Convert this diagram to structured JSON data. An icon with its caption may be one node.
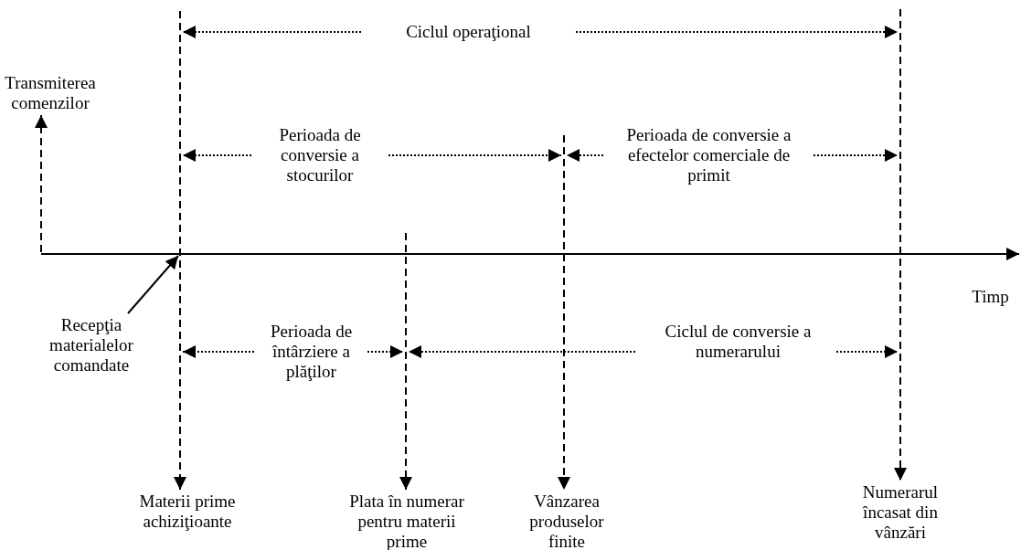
{
  "diagram": {
    "nodes": [
      {
        "text": [
          "Transmiterea comenzilor"
        ]
      },
      {
        "text": [
          "Recepţia materialelor comandate"
        ]
      },
      {
        "text": [
          "Materii prime achiziţioante"
        ]
      },
      {
        "text": [
          "Plata în numerar pentru materii prime"
        ]
      },
      {
        "text": [
          "Vânzarea produselor finite"
        ]
      },
      {
        "text": [
          "Numerarul încasat din vânzări"
        ]
      },
      {
        "text": [],
        "shape": "line"
      }
    ],
    "edges": [
      {
        "from": 6,
        "to": 0,
        "arrow": "to",
        "style": "dashed"
      },
      {
        "from": 1,
        "to": 6,
        "arrow": "to"
      },
      {
        "from": null,
        "to": 2,
        "arrow": "to",
        "style": "dashed"
      },
      {
        "from": null,
        "to": 3,
        "arrow": "to",
        "style": "dashed"
      },
      {
        "from": null,
        "to": 4,
        "arrow": "to",
        "style": "dashed"
      },
      {
        "from": null,
        "to": 5,
        "arrow": "to",
        "style": "dashed"
      }
    ],
    "labels": [
      "Ciclul operaţional",
      "Perioada de conversie a stocurilor",
      "Perioada de conversie a efectelor comerciale de primit",
      "Timp",
      "Perioada de întârziere a plăţilor",
      "Ciclul de conversie a numerarului"
    ]
  }
}
